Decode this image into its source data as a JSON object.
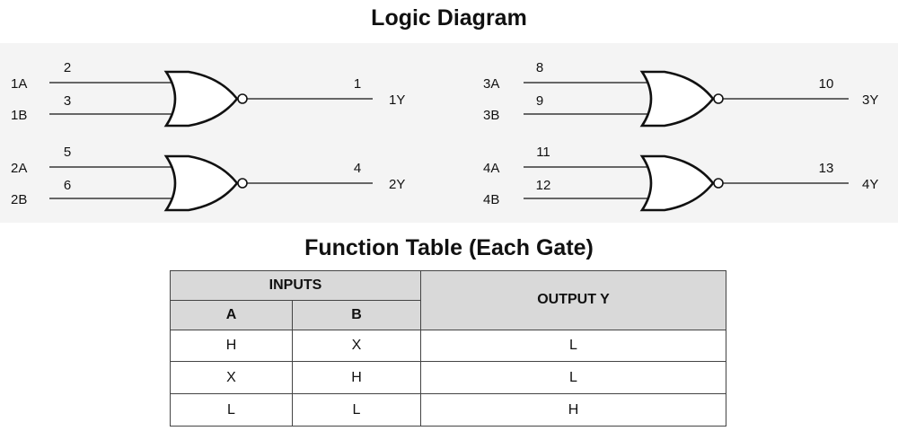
{
  "diagram": {
    "title": "Logic Diagram",
    "gates": [
      {
        "input_a": "1A",
        "pin_a": "2",
        "input_b": "1B",
        "pin_b": "3",
        "output": "1Y",
        "pin_out": "1"
      },
      {
        "input_a": "2A",
        "pin_a": "5",
        "input_b": "2B",
        "pin_b": "6",
        "output": "2Y",
        "pin_out": "4"
      },
      {
        "input_a": "3A",
        "pin_a": "8",
        "input_b": "3B",
        "pin_b": "9",
        "output": "3Y",
        "pin_out": "10"
      },
      {
        "input_a": "4A",
        "pin_a": "11",
        "input_b": "4B",
        "pin_b": "12",
        "output": "4Y",
        "pin_out": "13"
      }
    ]
  },
  "function_table": {
    "title": "Function Table (Each Gate)",
    "inputs_header": "INPUTS",
    "output_header": "OUTPUT Y",
    "col_a": "A",
    "col_b": "B",
    "rows": [
      {
        "a": "H",
        "b": "X",
        "y": "L"
      },
      {
        "a": "X",
        "b": "H",
        "y": "L"
      },
      {
        "a": "L",
        "b": "L",
        "y": "H"
      }
    ]
  }
}
